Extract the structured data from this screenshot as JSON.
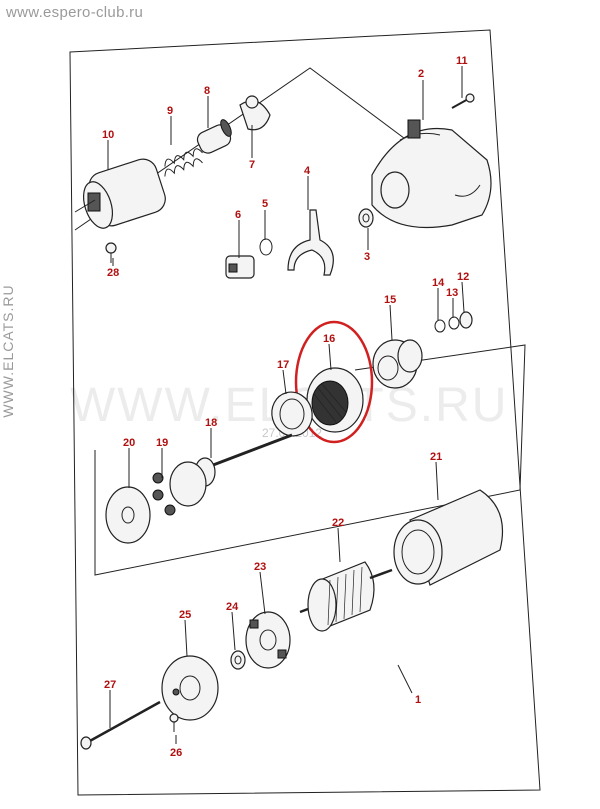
{
  "watermarks": {
    "top": "www.espero-club.ru",
    "side": "WWW.ELCATS.RU",
    "center": "WWW.ELCATS.RU",
    "date": "27.09.2012"
  },
  "highlight_color": "#d02020",
  "label_color": "#b01010",
  "part_labels": {
    "p1": "1",
    "p2": "2",
    "p3": "3",
    "p4": "4",
    "p5": "5",
    "p6": "6",
    "p7": "7",
    "p8": "8",
    "p9": "9",
    "p10": "10",
    "p11": "11",
    "p12": "12",
    "p13": "13",
    "p14": "14",
    "p15": "15",
    "p16": "16",
    "p17": "17",
    "p18": "18",
    "p19": "19",
    "p20": "20",
    "p21": "21",
    "p22": "22",
    "p23": "23",
    "p24": "24",
    "p25": "25",
    "p26": "26",
    "p27": "27",
    "p28": "28"
  },
  "highlighted_part": "16"
}
